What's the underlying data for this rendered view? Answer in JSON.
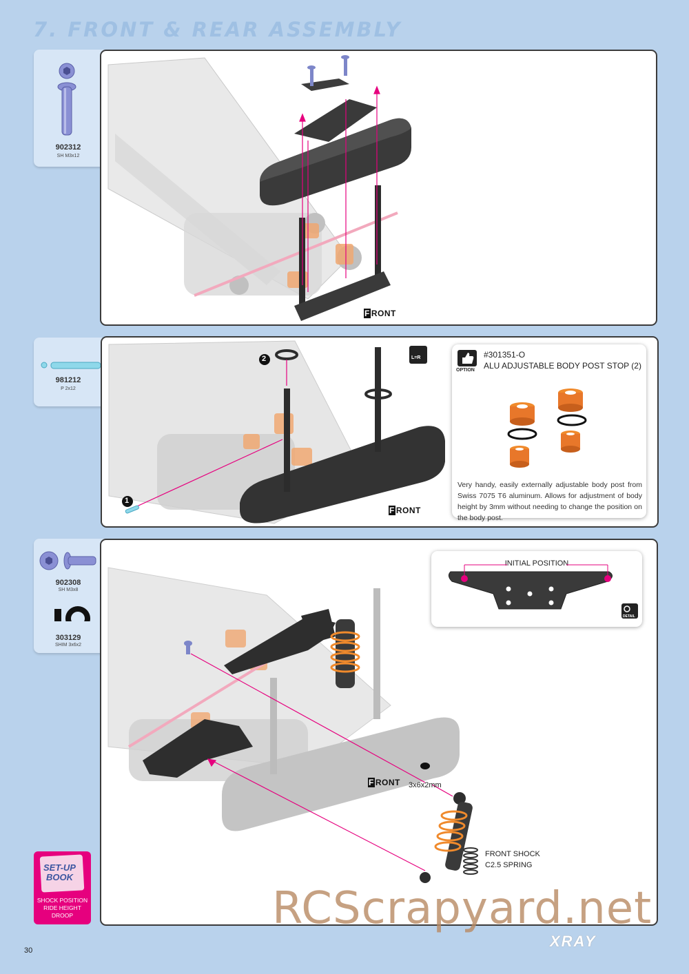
{
  "page": {
    "title": "7. FRONT & REAR ASSEMBLY",
    "page_number": "30",
    "brand": "XRAY",
    "watermark": "RCScrapyard.net"
  },
  "step1": {
    "part_code": "902312",
    "part_desc": "SH M3x12",
    "front_label_initial": "F",
    "front_label_rest": "RONT"
  },
  "step2": {
    "part_code": "981212",
    "part_desc": "P 2x12",
    "marker1": "1",
    "marker2": "2",
    "lr_label": "L=R",
    "front_label_initial": "F",
    "front_label_rest": "RONT",
    "option": {
      "badge_label": "OPTION",
      "number": "#301351-O",
      "title": "ALU ADJUSTABLE BODY POST STOP (2)",
      "description": "Very handy, easily externally adjustable body post from Swiss 7075 T6 aluminum. Allows for adjustment of body height by 3mm without needing to change the position on the body post."
    }
  },
  "step3": {
    "parts": [
      {
        "code": "902308",
        "desc": "SH M3x8"
      },
      {
        "code": "303129",
        "desc": "SHIM 3x6x2"
      }
    ],
    "detail_title": "INITIAL POSITION",
    "detail_badge": "DETAIL",
    "front_label_initial": "F",
    "front_label_rest": "RONT",
    "shim_label": "3x6x2mm",
    "shock_label_1": "FRONT SHOCK",
    "shock_label_2": "C2.5 SPRING",
    "setup_book_title_1": "SET-UP",
    "setup_book_title_2": "BOOK",
    "setup_items": [
      "SHOCK POSITION",
      "RIDE HEIGHT",
      "DROOP"
    ]
  },
  "colors": {
    "background": "#b9d2ec",
    "accent_pink": "#e6007e",
    "orange_parts": "#f08a2c",
    "hardware_blue": "#7d86c9"
  }
}
